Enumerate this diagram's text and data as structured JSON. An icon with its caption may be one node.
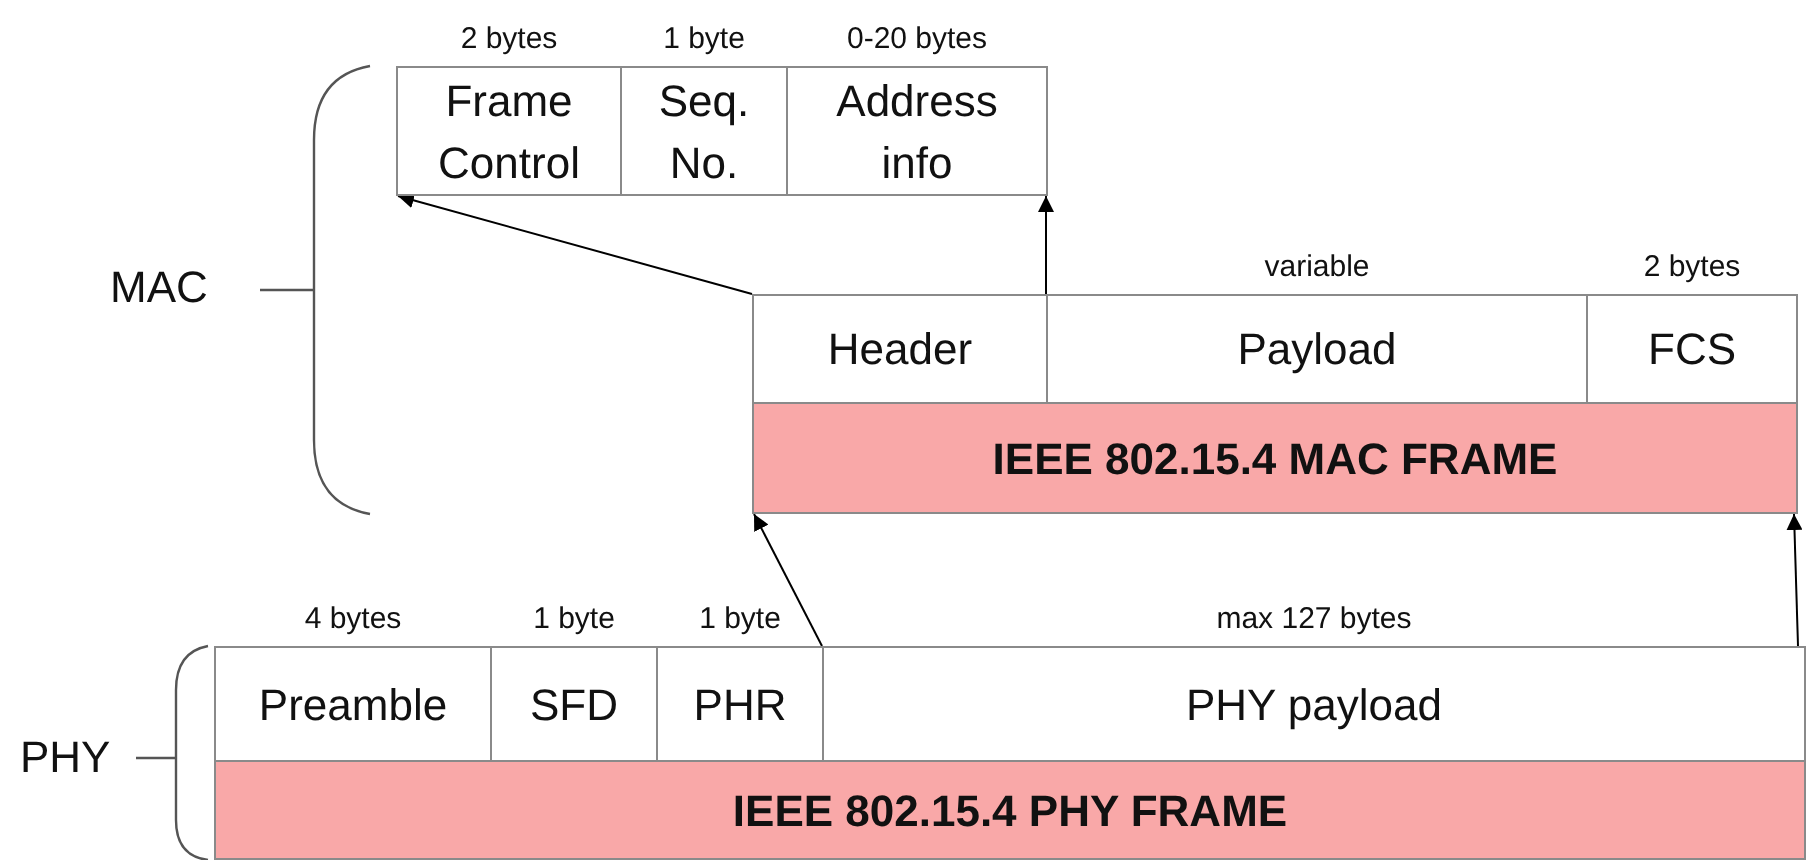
{
  "diagram": {
    "nodes": [
      {
        "text": [
          "Frame Control"
        ],
        "beside": [
          "2 bytes"
        ]
      },
      {
        "text": [
          "Seq. No."
        ],
        "beside": [
          "1 byte"
        ]
      },
      {
        "text": [
          "Address info"
        ],
        "beside": [
          "0-20 bytes"
        ]
      },
      {
        "text": [
          "Header"
        ]
      },
      {
        "text": [
          "Payload"
        ],
        "beside": [
          "variable"
        ]
      },
      {
        "text": [
          "FCS"
        ],
        "beside": [
          "2 bytes"
        ]
      },
      {
        "text": [
          "IEEE 802.15.4 MAC FRAME"
        ]
      },
      {
        "text": [
          "Preamble"
        ],
        "beside": [
          "4 bytes"
        ]
      },
      {
        "text": [
          "SFD"
        ],
        "beside": [
          "1 byte"
        ]
      },
      {
        "text": [
          "PHR"
        ],
        "beside": [
          "1 byte"
        ]
      },
      {
        "text": [
          "PHY payload"
        ],
        "beside": [
          "max 127 bytes"
        ]
      },
      {
        "text": [
          "IEEE 802.15.4 PHY FRAME"
        ]
      }
    ],
    "edges": [
      {
        "from": 3,
        "to": 0,
        "arrow": "to"
      },
      {
        "from": 3,
        "to": 2,
        "arrow": "to"
      },
      {
        "from": 10,
        "to": 6,
        "arrow": "to"
      },
      {
        "from": 10,
        "to": 6,
        "arrow": "to"
      }
    ],
    "labels": [
      "MAC",
      "PHY"
    ]
  }
}
